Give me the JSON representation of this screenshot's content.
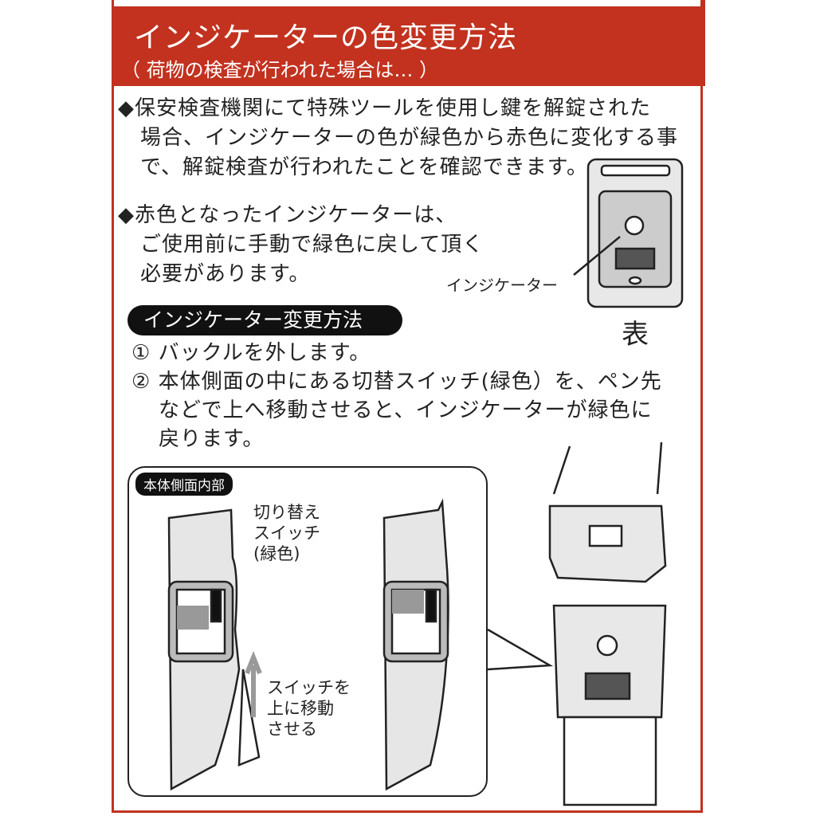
{
  "header": {
    "title": "インジケーターの色変更方法",
    "subtitle": "（ 荷物の検査が行われた場合は… ）"
  },
  "bullets": [
    {
      "marker": "◆",
      "lines": [
        "保安検査機関にて特殊ツールを使用し鍵を解錠された",
        "場合、インジケーターの色が緑色から赤色に変化する事",
        "で、解錠検査が行われたことを確認できます。"
      ]
    },
    {
      "marker": "◆",
      "lines": [
        "赤色となったインジケーターは、",
        "ご使用前に手動で緑色に戻して頂く",
        "必要があります。"
      ]
    }
  ],
  "buckle_front": {
    "indicator_label": "インジケーター",
    "side_label": "表"
  },
  "method": {
    "heading": "インジケーター変更方法",
    "steps": [
      {
        "num": "①",
        "lines": [
          "バックルを外します。"
        ]
      },
      {
        "num": "②",
        "lines": [
          "本体側面の中にある切替スイッチ(緑色）を、ペン先",
          "などで上へ移動させると、インジケーターが緑色に",
          "戻ります。"
        ]
      }
    ]
  },
  "diagram": {
    "label": "本体側面内部",
    "switch_label": [
      "切り替え",
      "スイッチ",
      "(緑色)"
    ],
    "arrow_label": [
      "スイッチを",
      "上に移動",
      "させる"
    ]
  }
}
